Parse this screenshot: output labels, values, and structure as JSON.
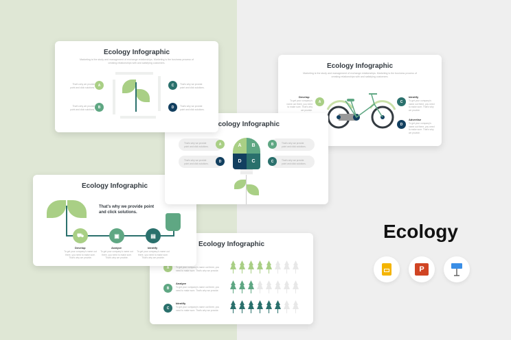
{
  "brand": {
    "title": "Ecology"
  },
  "slide_title": "Ecology Infographic",
  "subtitle": "Marketing is the study and management of exchange relationships. Marketing is the business process of creating relationships with and satisfying customers.",
  "short_text": "That's why we provide point and click solutions.",
  "long_text": "To get your company's name out there, you need to make sure. That's why we provide.",
  "letters": [
    "A",
    "B",
    "C",
    "D"
  ],
  "steps": [
    "Develop",
    "Analyze",
    "Identify",
    "Advertise"
  ],
  "headline": "That's why we provide point and click solutions.",
  "tree_counts": [
    5,
    3,
    6
  ],
  "tree_total": 8,
  "apps": [
    "google-slides",
    "powerpoint",
    "keynote"
  ],
  "colors": {
    "light": "#a9cf85",
    "mid": "#5fa783",
    "teal": "#2a706c",
    "navy": "#123f5f",
    "grey": "#e8e8e8"
  }
}
